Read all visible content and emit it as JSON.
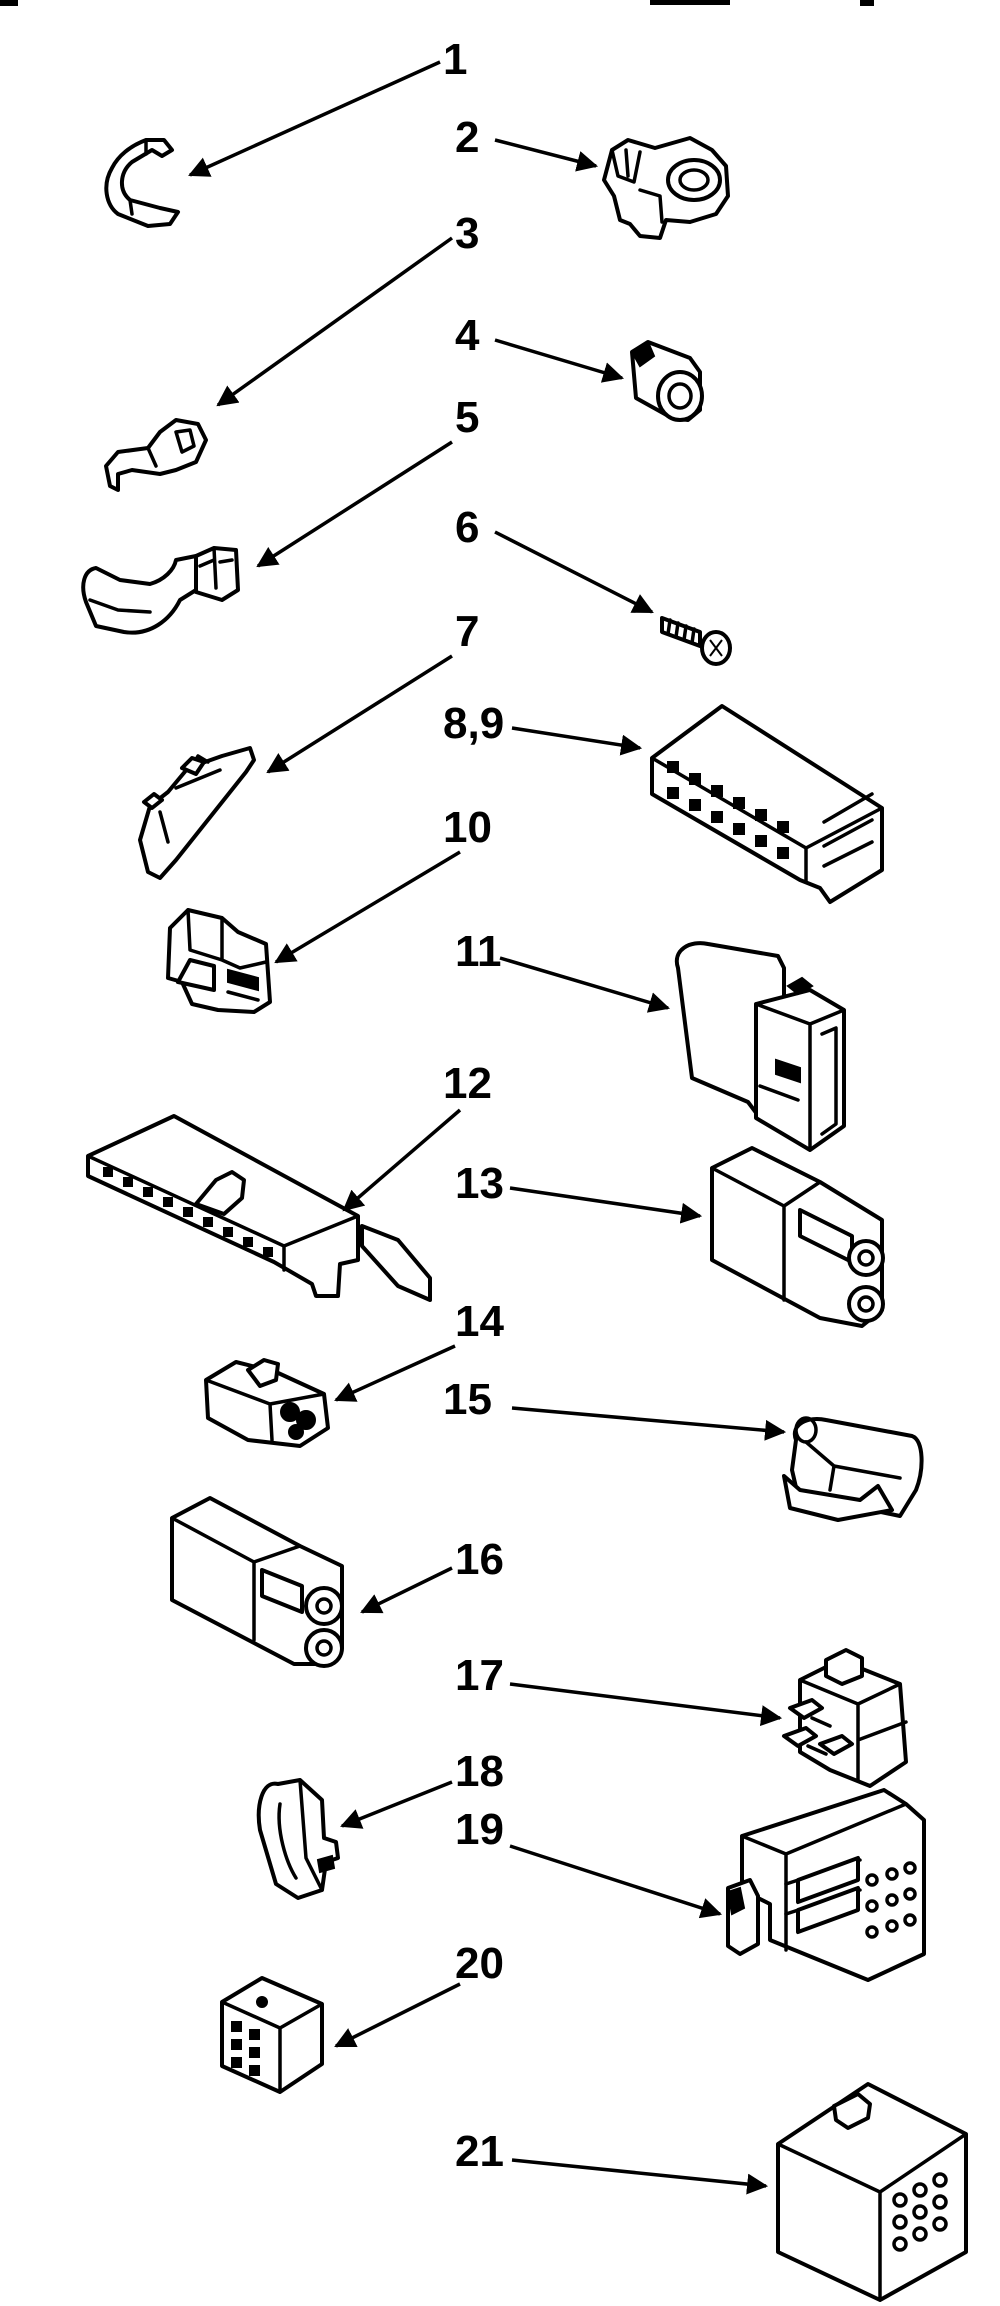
{
  "callouts": {
    "c1": "1",
    "c2": "2",
    "c3": "3",
    "c4": "4",
    "c5": "5",
    "c6": "6",
    "c7": "7",
    "c8_9": "8,9",
    "c10": "10",
    "c11": "11",
    "c12": "12",
    "c13": "13",
    "c14": "14",
    "c15": "15",
    "c16": "16",
    "c17": "17",
    "c18": "18",
    "c19": "19",
    "c20": "20",
    "c21": "21"
  },
  "colors": {
    "ink": "#000000",
    "paper": "#ffffff"
  }
}
